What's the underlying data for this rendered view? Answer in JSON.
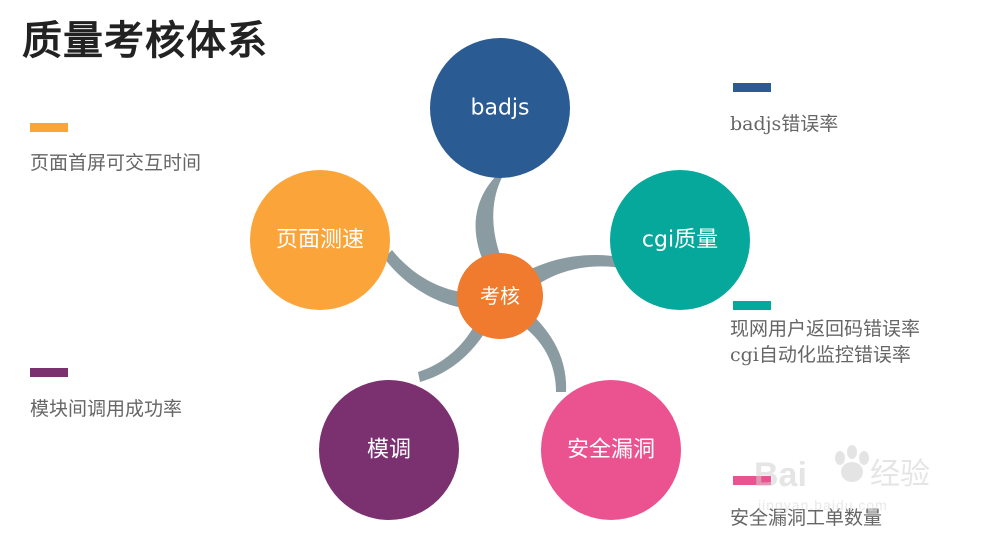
{
  "title": "质量考核体系",
  "center": {
    "label": "考核",
    "color": "#F07A2E"
  },
  "connector_color": "#8A9BA1",
  "nodes": [
    {
      "id": "badjs",
      "label": "badjs",
      "color": "#2A5B93"
    },
    {
      "id": "cgi",
      "label": "cgi质量",
      "color": "#05A89A"
    },
    {
      "id": "security",
      "label": "安全漏洞",
      "color": "#EB5390"
    },
    {
      "id": "module",
      "label": "模调",
      "color": "#7B3070"
    },
    {
      "id": "speed",
      "label": "页面测速",
      "color": "#FBA43A"
    }
  ],
  "legend_left": [
    {
      "color": "#FBA43A",
      "lines": [
        "页面首屏可交互时间"
      ]
    },
    {
      "color": "#7B3070",
      "lines": [
        "模块间调用成功率"
      ]
    }
  ],
  "legend_right": [
    {
      "color": "#2A5B93",
      "lines": [
        "badjs错误率"
      ]
    },
    {
      "color": "#05A89A",
      "lines": [
        "现网用户返回码错误率",
        "cgi自动化监控错误率"
      ]
    },
    {
      "color": "#EB5390",
      "lines": [
        "安全漏洞工单数量"
      ]
    }
  ],
  "watermark": {
    "brand": "Bai",
    "brand2": "经验",
    "url": "jingyan.baidu.com"
  }
}
